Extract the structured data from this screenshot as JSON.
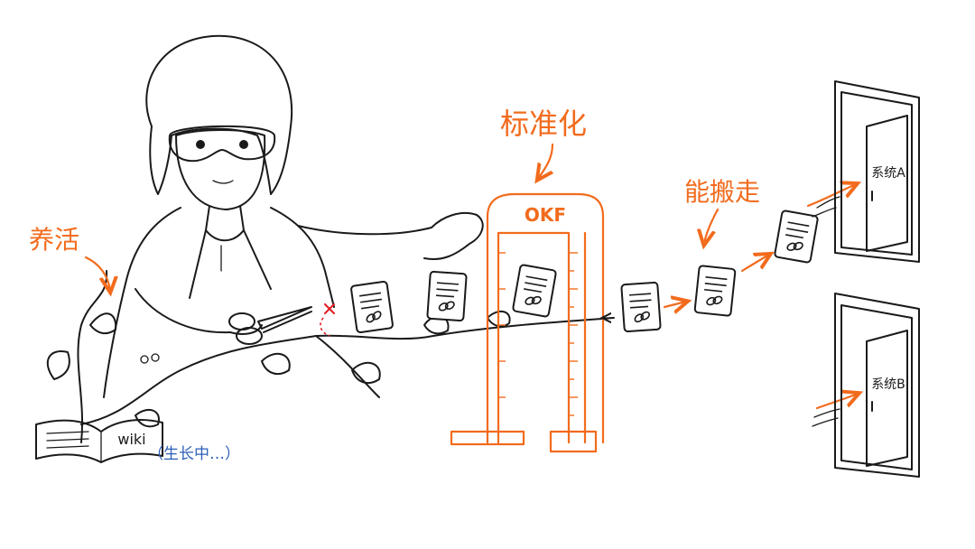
{
  "labels": {
    "standardize": "标准化",
    "raise": "养活",
    "portable": "能搬走",
    "gate": "OKF",
    "wiki": "wiki",
    "growing": "（生长中…）",
    "system_a": "系统A",
    "system_b": "系统B"
  },
  "colors": {
    "accent": "#f26b1d",
    "ink": "#1a1a1a",
    "note": "#2d5fb8"
  },
  "icons": [
    "scissors-icon",
    "document-link-icon",
    "door-icon",
    "arrow-icon",
    "leaf-icon",
    "book-icon"
  ]
}
